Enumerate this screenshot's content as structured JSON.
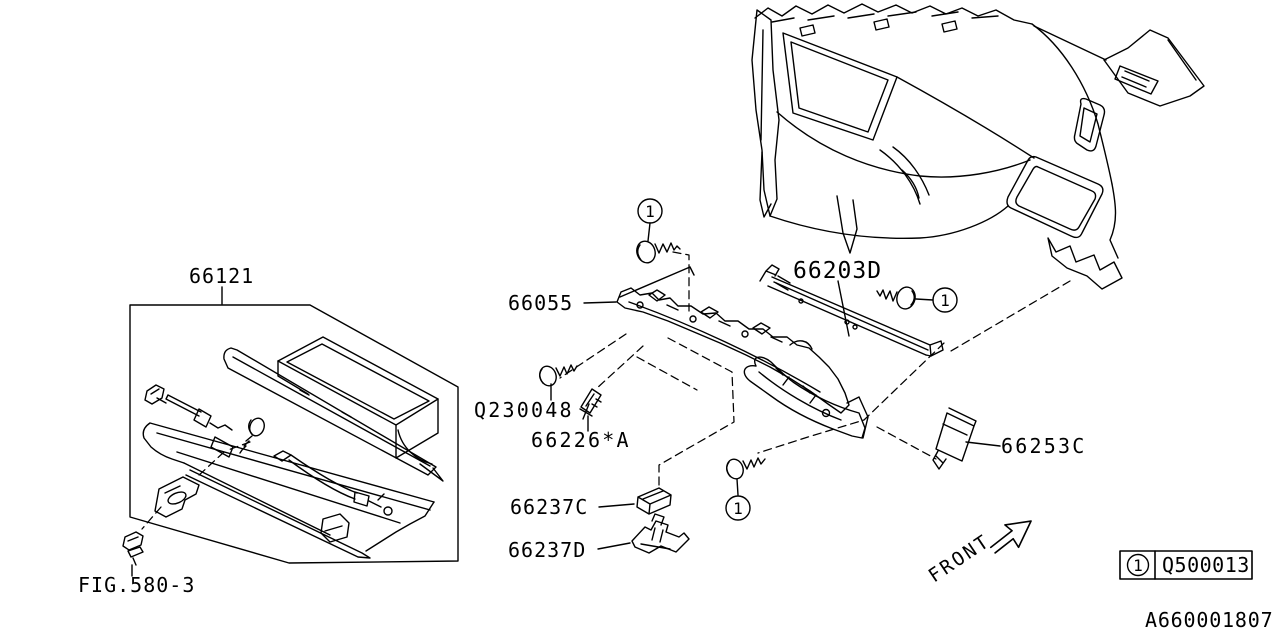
{
  "diagram": {
    "part_labels": {
      "glove_box": "66121",
      "panel_66055": "66055",
      "bar_66203d": "66203D",
      "screw_q230048": "Q230048",
      "cover_66226": "66226*A",
      "holder_66237c": "66237C",
      "holder_66237d": "66237D",
      "damper_66253c": "66253C",
      "figure_ref": "FIG.580-3"
    },
    "callout": {
      "number": "1"
    },
    "legend": {
      "callout_number": "1",
      "part_number": "Q500013"
    },
    "front_label": "FRONT",
    "drawing_code": "A660001807",
    "colors": {
      "line": "#000000",
      "background": "#ffffff"
    }
  }
}
